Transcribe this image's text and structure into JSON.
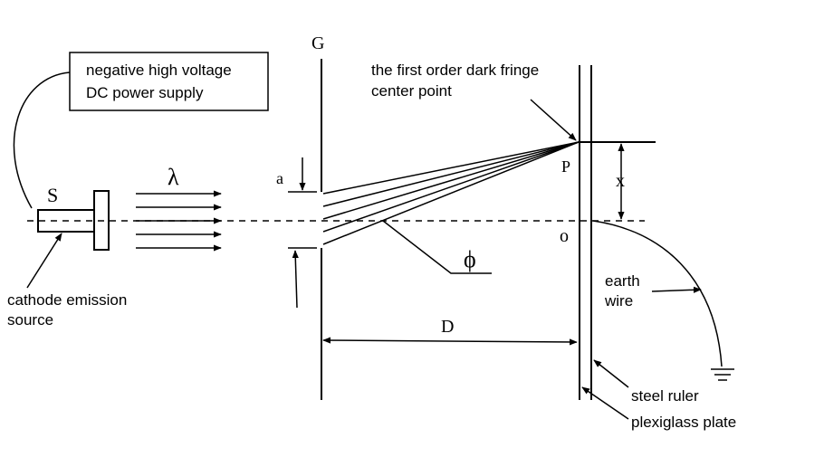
{
  "power_supply": {
    "line1": "negative high voltage",
    "line2": "DC power supply"
  },
  "labels": {
    "source": "S",
    "wavelength": "λ",
    "grating": "G",
    "slit_width": "a",
    "angle": "ϕ",
    "distance": "D",
    "point_p": "P",
    "point_o": "o",
    "offset": "x"
  },
  "cathode": {
    "line1": "cathode emission",
    "line2": "source"
  },
  "dark_fringe": {
    "line1": "the first order dark fringe",
    "line2": "center point"
  },
  "earth": {
    "line1": "earth",
    "line2": "wire"
  },
  "steel_ruler": "steel ruler",
  "plexiglass": "plexiglass plate"
}
